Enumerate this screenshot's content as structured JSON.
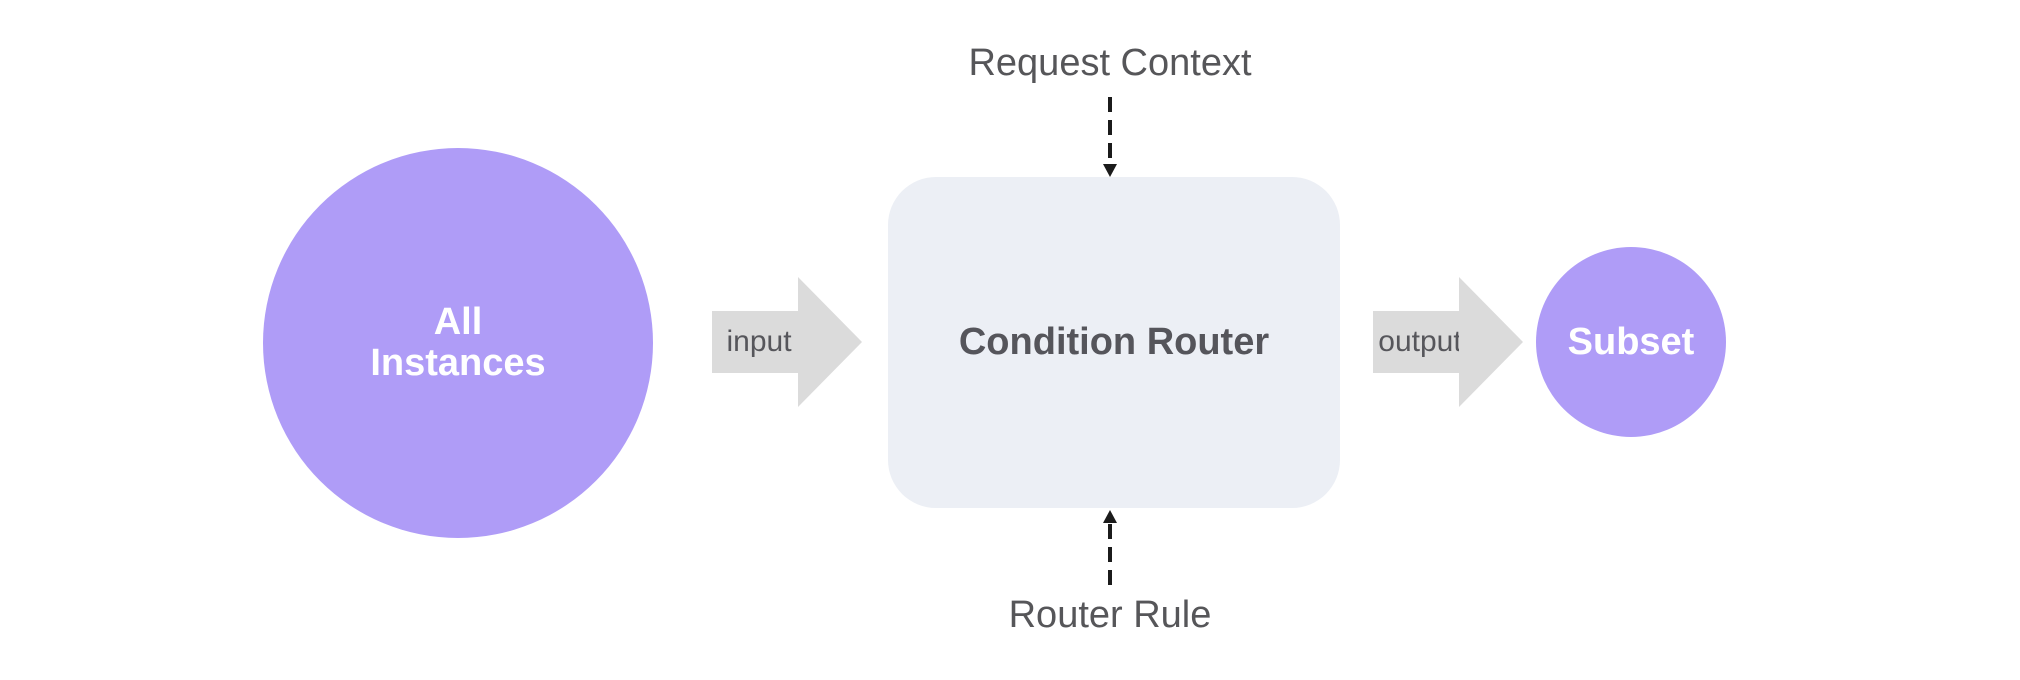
{
  "diagram": {
    "nodes": {
      "all_instances": {
        "label_line1": "All",
        "label_line2": "Instances"
      },
      "condition_router": {
        "label": "Condition Router"
      },
      "subset": {
        "label": "Subset"
      }
    },
    "arrows": {
      "input": {
        "label": "input"
      },
      "output": {
        "label": "output"
      }
    },
    "annotations": {
      "top": {
        "label": "Request Context"
      },
      "bottom": {
        "label": "Router Rule"
      }
    },
    "colors": {
      "node_purple": "#AF9CF7",
      "router_box_fill": "#ECEFF5",
      "arrow_gray": "#DBDBDB",
      "label_gray": "#56565B",
      "node_text_white": "#FFFFFF",
      "connector_black": "#1B1B1B",
      "background": "#FFFFFF"
    }
  }
}
